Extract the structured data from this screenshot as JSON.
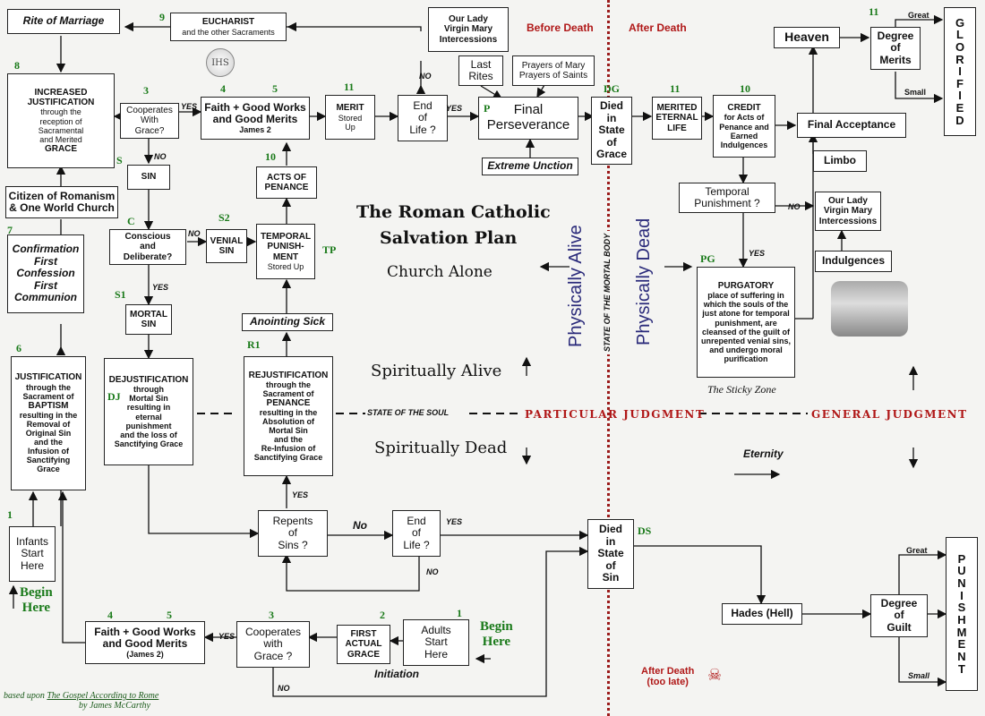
{
  "headers": {
    "before_death": "Before Death",
    "after_death": "After Death"
  },
  "boxes": {
    "rite_of_marriage": "Rite of Marriage",
    "eucharist": {
      "title": "EUCHARIST",
      "sub": "and the other Sacraments"
    },
    "our_lady_top": "Our Lady\nVirgin Mary\nIntercessions",
    "increased_justification": {
      "title": "INCREASED\nJUSTIFICATION",
      "mid": "through the\nreception of\nSacramental\nand Merited",
      "end": "GRACE"
    },
    "cooperates_top": "Cooperates\nWith\nGrace?",
    "faith_works_top": {
      "title": "Faith + Good Works\nand Good Merits",
      "sub": "James 2"
    },
    "merit": {
      "title": "MERIT",
      "sub": "Stored\nUp"
    },
    "end_of_life_top": "End\nof\nLife ?",
    "last_rites": "Last\nRites",
    "prayers": "Prayers of Mary\nPrayers of Saints",
    "final_perseverance": "Final\nPerseverance",
    "extreme_unction": "Extreme Unction",
    "died_grace": "Died\nin\nState\nof\nGrace",
    "merited_life": "MERITED\nETERNAL\nLIFE",
    "credit": {
      "title": "CREDIT",
      "sub": "for Acts of\nPenance and\nEarned\nIndulgences"
    },
    "heaven": "Heaven",
    "degree_merits": "Degree\nof\nMerits",
    "final_acceptance": "Final Acceptance",
    "limbo": "Limbo",
    "temporal_punishment_q": "Temporal\nPunishment ?",
    "our_lady_right": "Our Lady\nVirgin Mary\nIntercessions",
    "indulgences": "Indulgences",
    "purgatory": {
      "title": "PURGATORY",
      "sub": "place of suffering in\nwhich the souls of the\njust atone for temporal\npunishment, are\ncleansed of the guilt of\nunrepented venial sins,\nand undergo moral\npurification"
    },
    "sin": "SIN",
    "citizen": "Citizen of Romanism\n& One World Church",
    "confirmation": "Confirmation\nFirst\nConfession\nFirst\nCommunion",
    "conscious": "Conscious\nand\nDeliberate?",
    "venial_sin": "VENIAL\nSIN",
    "mortal_sin": "MORTAL\nSIN",
    "acts_penance": "ACTS OF\nPENANCE",
    "temporal_punish_stored": {
      "title": "TEMPORAL\nPUNISH-\nMENT",
      "sub": "Stored Up"
    },
    "anointing_sick": "Anointing Sick",
    "justification": {
      "title": "JUSTIFICATION",
      "sub": "through the\nSacrament of",
      "mid": "BAPTISM",
      "sub2": "resulting in the\nRemoval of\nOriginal Sin\nand the\nInfusion of\nSanctifying\nGrace"
    },
    "dejustification": {
      "title": "DEJUSTIFICATION",
      "sub": "through\nMortal Sin\nresulting in\neternal\npunishment\nand the loss of\nSanctifying Grace"
    },
    "rejustification": {
      "title": "REJUSTIFICATION",
      "sub": "through the\nSacrament of",
      "mid": "PENANCE",
      "sub2": "resulting in the\nAbsolution of\nMortal Sin\nand the\nRe-Infusion of\nSanctifying Grace"
    },
    "infants": "Infants\nStart\nHere",
    "repents": "Repents\nof\nSins ?",
    "end_of_life_bottom": "End\nof\nLife ?",
    "died_sin": "Died\nin\nState\nof\nSin",
    "hades": "Hades (Hell)",
    "degree_guilt": "Degree\nof\nGuilt",
    "faith_works_bottom": {
      "title": "Faith + Good Works\nand Good Merits",
      "sub": "(James 2)"
    },
    "cooperates_bottom": "Cooperates\nwith\nGrace ?",
    "first_actual": "FIRST\nACTUAL\nGRACE",
    "adults": "Adults\nStart\nHere"
  },
  "vertical_words": {
    "glorified": [
      "G",
      "L",
      "O",
      "R",
      "I",
      "F",
      "I",
      "E",
      "D"
    ],
    "punishment": [
      "P",
      "U",
      "N",
      "I",
      "S",
      "H",
      "M",
      "E",
      "N",
      "T"
    ]
  },
  "numbers": {
    "n1a": "1",
    "n1b": "1",
    "n2": "2",
    "n3a": "3",
    "n3b": "3",
    "n4a": "4",
    "n4b": "4",
    "n5a": "5",
    "n5b": "5",
    "n6": "6",
    "n7": "7",
    "n8": "8",
    "n9": "9",
    "n10a": "10",
    "n10b": "10",
    "n11a": "11",
    "n11b": "11",
    "n11c": "11",
    "S": "S",
    "S1": "S1",
    "S2": "S2",
    "C": "C",
    "DJ": "DJ",
    "R1": "R1",
    "TP": "TP",
    "P": "P",
    "DG": "DG",
    "DS": "DS",
    "PG": "PG"
  },
  "labels": {
    "yes": "YES",
    "no": "NO",
    "no_italic": "No",
    "great": "Great",
    "small": "Small",
    "initiation": "Initiation",
    "eternity": "Eternity",
    "sticky_zone": "The Sticky Zone",
    "state_soul": "STATE OF THE SOUL",
    "state_body": "STATE OF THE MORTAL BODY",
    "particular": "PARTICULAR JUDGMENT",
    "general": "GENERAL JUDGMENT",
    "after_death_late": "After Death\n(too late)",
    "ihs": "IHS"
  },
  "center": {
    "title1": "The Roman Catholic",
    "title2": "Salvation Plan",
    "church_alone": "Church Alone",
    "spiritually_alive": "Spiritually Alive",
    "spiritually_dead": "Spiritually Dead",
    "physically_alive": "Physically Alive",
    "physically_dead": "Physically Dead"
  },
  "begin_here": "Begin\nHere",
  "footer": {
    "line1a": "based upon ",
    "line1b": "The Gospel According to Rome",
    "line2": "by James McCarthy"
  },
  "colors": {
    "numbers": "#1a7a1a",
    "red": "#b01818",
    "divider": "#9b1b1b"
  }
}
